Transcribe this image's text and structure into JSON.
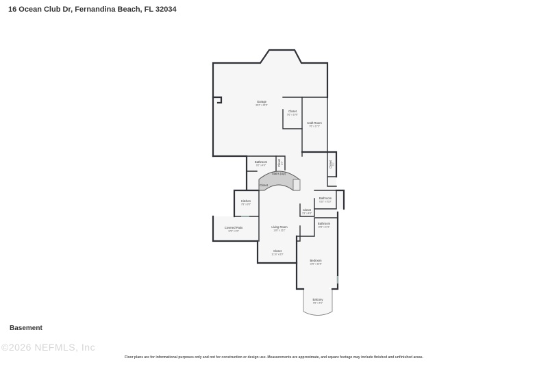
{
  "header": {
    "address": "16 Ocean Club Dr, Fernandina Beach, FL 32034"
  },
  "floor_label": "Basement",
  "watermark": "©2026 NEFMLS, Inc",
  "disclaimer": "Floor plans are for informational purposes only and not for construction or design use. Measurements are approximate, and square footage may include finished and unfinished areas.",
  "rooms": {
    "garage": {
      "name": "Garage",
      "dims": "36'4\" x 26'6\""
    },
    "closet1": {
      "name": "Closet",
      "dims": "5'6\" x 10'6\""
    },
    "craft_room": {
      "name": "Craft Room",
      "dims": "7'6\" x 17'3\""
    },
    "bathroom1": {
      "name": "Bathroom",
      "dims": "9'2\" x 4'9\""
    },
    "closet2": {
      "name": "Closet",
      "dims": "6'7\""
    },
    "closet3": {
      "name": "Closet",
      "dims": "7'1\""
    },
    "stairs": {
      "name": "Stairs (Up)",
      "dims": ""
    },
    "closet4": {
      "name": "Closet",
      "dims": ""
    },
    "kitchen": {
      "name": "Kitchen",
      "dims": "7'8\" x 9'5\""
    },
    "bathroom2": {
      "name": "Bathroom",
      "dims": "6'10\" x 5'10\""
    },
    "closet5": {
      "name": "Closet",
      "dims": "3'3\" x 4'8\""
    },
    "bathroom3": {
      "name": "Bathroom",
      "dims": "10'8\" x 10'1\""
    },
    "covered_patio": {
      "name": "Covered Patio",
      "dims": "12'6\" x 6'0\""
    },
    "living_room": {
      "name": "Living Room",
      "dims": "13'8\" x 15'2\""
    },
    "closet6": {
      "name": "Closet",
      "dims": "11'10\" x 6'0\""
    },
    "bedroom": {
      "name": "Bedroom",
      "dims": "13'6\" x 16'6\""
    },
    "balcony": {
      "name": "Balcony",
      "dims": "9'6\" x 4'6\""
    }
  }
}
